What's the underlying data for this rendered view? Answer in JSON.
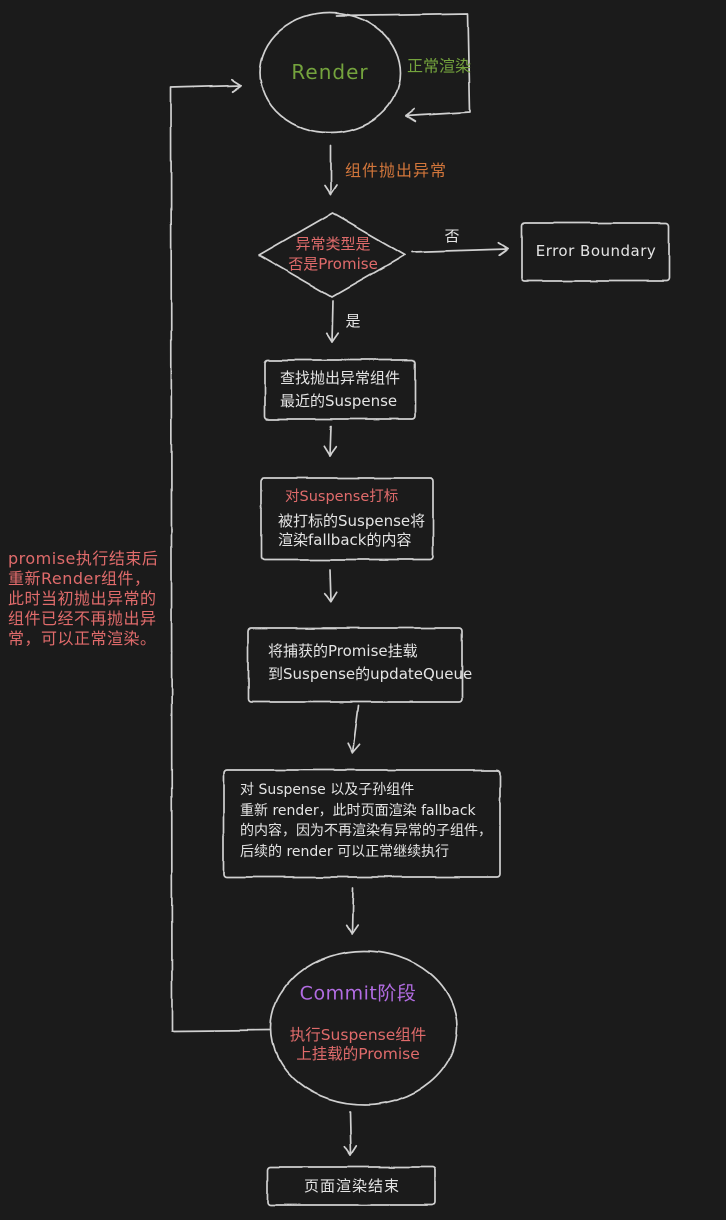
{
  "colors": {
    "background": "#1b1b1b",
    "stroke": "#d0d0d0",
    "text": "#e4e4e4",
    "green": "#74a33d",
    "orange": "#d2763b",
    "red": "#e06b6b",
    "purple": "#b26ce2"
  },
  "nodes": {
    "render": "Render",
    "normal_render": "正常渲染",
    "throw_label": "组件抛出异常",
    "promise_check": "异常类型是\n否是Promise",
    "no": "否",
    "error_boundary": "Error Boundary",
    "yes": "是",
    "find_suspense": "查找抛出异常组件\n最近的Suspense",
    "mark_title": "对Suspense打标",
    "mark_body": "被打标的Suspense将\n渲染fallback的内容",
    "attach_promise": "将捕获的Promise挂载\n到Suspense的updateQueue",
    "rerender": "对 Suspense 以及子孙组件\n重新 render，此时页面渲染 fallback\n的内容，因为不再渲染有异常的子组件，\n后续的 render 可以正常继续执行",
    "commit_title": "Commit阶段",
    "commit_body": "执行Suspense组件\n上挂载的Promise",
    "page_end": "页面渲染结束",
    "side_note": "promise执行结束后\n重新Render组件，\n此时当初抛出异常的\n组件已经不再抛出异\n常，可以正常渲染。"
  }
}
